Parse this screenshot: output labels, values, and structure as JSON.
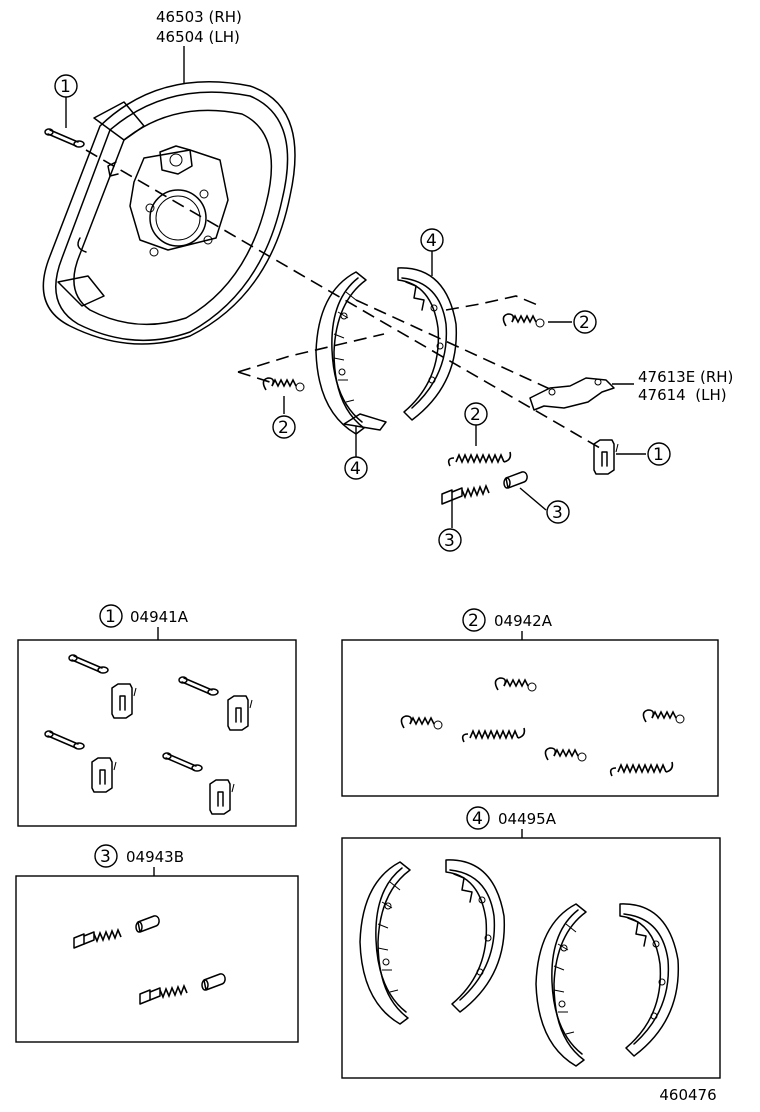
{
  "backing_plate": {
    "part_rh": "46503 (RH)",
    "part_lh": "46504 (LH)"
  },
  "parking_lever": {
    "part_rh": "47613E (RH)",
    "part_lh": "47614  (LH)"
  },
  "callouts": {
    "pin": "1",
    "spring": "2",
    "adjuster": "3",
    "shoe": "4"
  },
  "kits": [
    {
      "number": "1",
      "part": "04941A"
    },
    {
      "number": "2",
      "part": "04942A"
    },
    {
      "number": "3",
      "part": "04943B"
    },
    {
      "number": "4",
      "part": "04495A"
    }
  ],
  "diagram_id": "460476"
}
